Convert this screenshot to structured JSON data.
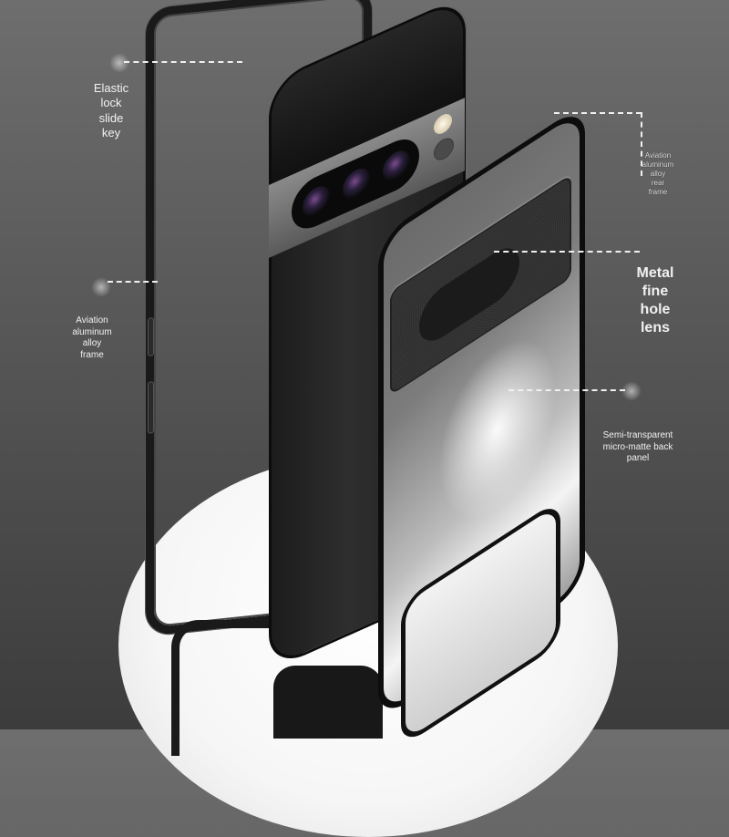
{
  "scene": {
    "subject": "phone case product exploded view",
    "background_color": "#5a5a5a",
    "pedestal_color": "#ffffff",
    "frame_color": "#1a1a1a"
  },
  "callouts": [
    {
      "id": "elastic-lock",
      "lines": [
        "Elastic",
        "lock",
        "slide",
        "key"
      ]
    },
    {
      "id": "rear-frame",
      "lines": [
        "Aviation",
        "aluminum",
        "alloy",
        "rear",
        "frame"
      ]
    },
    {
      "id": "side-frame",
      "lines": [
        "Aviation",
        "aluminum",
        "alloy",
        "frame"
      ]
    },
    {
      "id": "lens",
      "lines": [
        "Metal",
        "fine",
        "hole",
        "lens"
      ]
    },
    {
      "id": "back-panel",
      "lines": [
        "Semi-transparent",
        "micro-matte back",
        "panel"
      ]
    }
  ]
}
